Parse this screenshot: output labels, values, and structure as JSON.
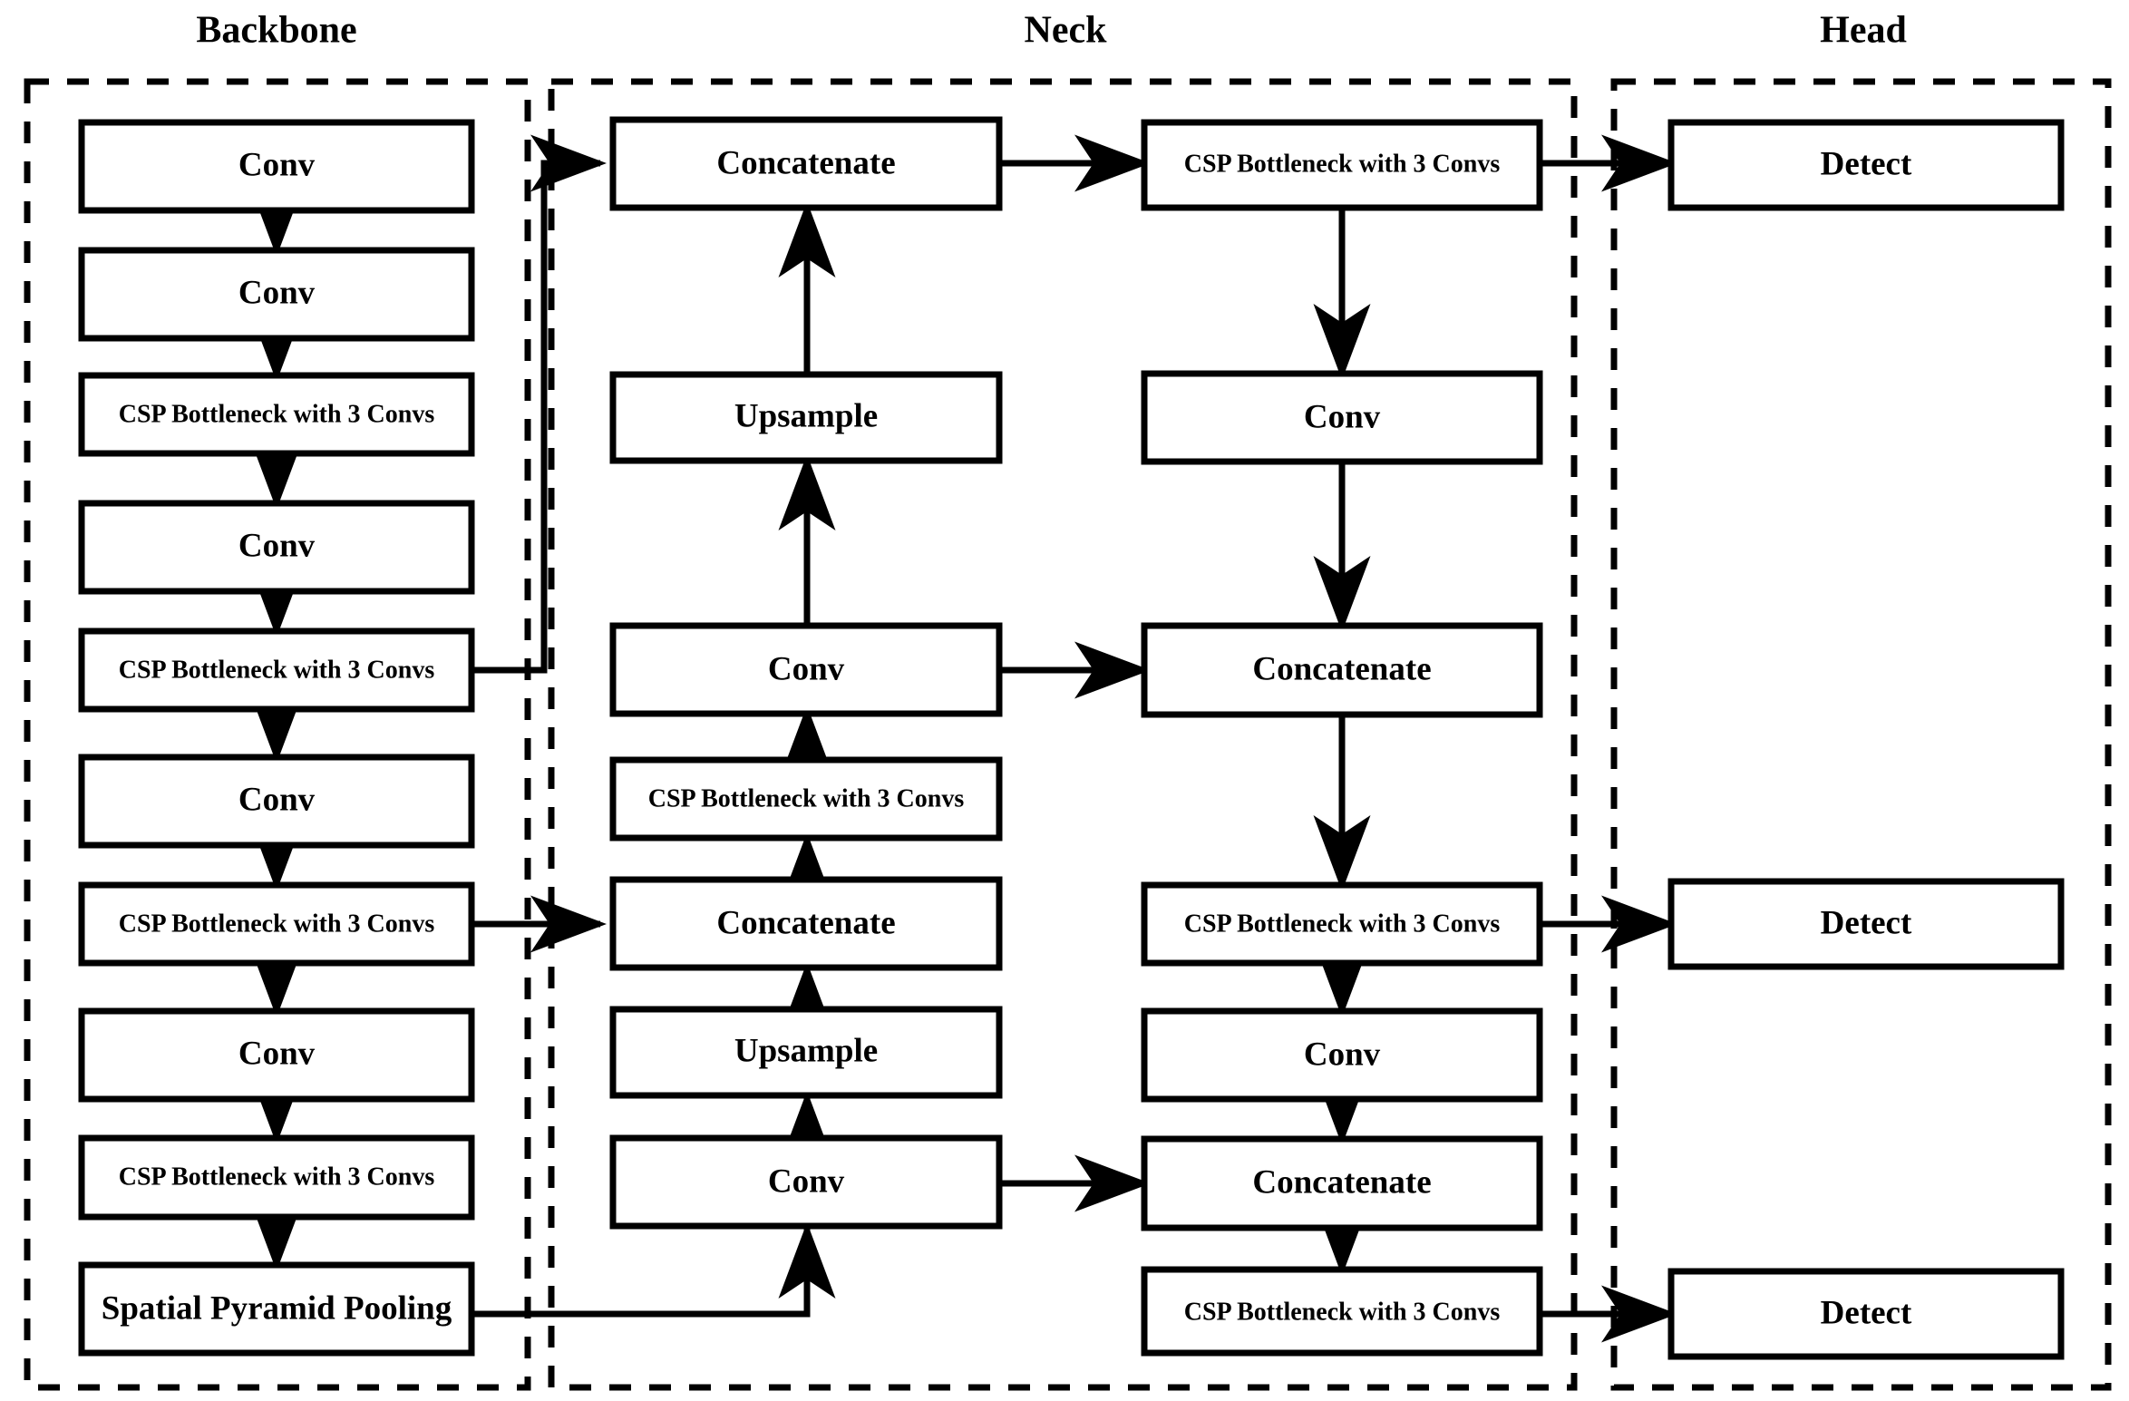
{
  "diagram": {
    "title_font_color": "#000000",
    "line_color": "#000000",
    "box_fill": "#ffffff",
    "sections": [
      {
        "id": "backbone",
        "label": "Backbone"
      },
      {
        "id": "neck",
        "label": "Neck"
      },
      {
        "id": "head",
        "label": "Head"
      }
    ],
    "labels": {
      "conv": "Conv",
      "csp": "CSP Bottleneck with 3 Convs",
      "concatenate": "Concatenate",
      "upsample": "Upsample",
      "spp": "Spatial Pyramid Pooling",
      "detect": "Detect"
    },
    "nodes": {
      "backbone": [
        {
          "id": "b1",
          "label": "Conv"
        },
        {
          "id": "b2",
          "label": "Conv"
        },
        {
          "id": "b3",
          "label": "CSP Bottleneck with 3 Convs"
        },
        {
          "id": "b4",
          "label": "Conv"
        },
        {
          "id": "b5",
          "label": "CSP Bottleneck with 3 Convs"
        },
        {
          "id": "b6",
          "label": "Conv"
        },
        {
          "id": "b7",
          "label": "CSP Bottleneck with 3 Convs"
        },
        {
          "id": "b8",
          "label": "Conv"
        },
        {
          "id": "b9",
          "label": "CSP Bottleneck with 3 Convs"
        },
        {
          "id": "b10",
          "label": "Spatial Pyramid Pooling"
        }
      ],
      "neck_left": [
        {
          "id": "n1",
          "label": "Concatenate"
        },
        {
          "id": "n2",
          "label": "Upsample"
        },
        {
          "id": "n3",
          "label": "Conv"
        },
        {
          "id": "n4",
          "label": "CSP Bottleneck with 3 Convs"
        },
        {
          "id": "n5",
          "label": "Concatenate"
        },
        {
          "id": "n6",
          "label": "Upsample"
        },
        {
          "id": "n7",
          "label": "Conv"
        }
      ],
      "neck_right": [
        {
          "id": "r1",
          "label": "CSP Bottleneck with 3 Convs"
        },
        {
          "id": "r2",
          "label": "Conv"
        },
        {
          "id": "r3",
          "label": "Concatenate"
        },
        {
          "id": "r4",
          "label": "CSP Bottleneck with 3 Convs"
        },
        {
          "id": "r5",
          "label": "Conv"
        },
        {
          "id": "r6",
          "label": "Concatenate"
        },
        {
          "id": "r7",
          "label": "CSP Bottleneck with 3 Convs"
        }
      ],
      "head": [
        {
          "id": "h1",
          "label": "Detect"
        },
        {
          "id": "h2",
          "label": "Detect"
        },
        {
          "id": "h3",
          "label": "Detect"
        }
      ]
    },
    "edges": [
      {
        "from": "b1",
        "to": "b2",
        "kind": "down"
      },
      {
        "from": "b2",
        "to": "b3",
        "kind": "down"
      },
      {
        "from": "b3",
        "to": "b4",
        "kind": "down"
      },
      {
        "from": "b4",
        "to": "b5",
        "kind": "down"
      },
      {
        "from": "b5",
        "to": "b6",
        "kind": "down"
      },
      {
        "from": "b6",
        "to": "b7",
        "kind": "down"
      },
      {
        "from": "b7",
        "to": "b8",
        "kind": "down"
      },
      {
        "from": "b8",
        "to": "b9",
        "kind": "down"
      },
      {
        "from": "b9",
        "to": "b10",
        "kind": "down"
      },
      {
        "from": "b5",
        "to": "n1",
        "kind": "skip-up"
      },
      {
        "from": "b7",
        "to": "n5",
        "kind": "right"
      },
      {
        "from": "b10",
        "to": "n7",
        "kind": "right-up"
      },
      {
        "from": "n7",
        "to": "n6",
        "kind": "up"
      },
      {
        "from": "n6",
        "to": "n5",
        "kind": "up"
      },
      {
        "from": "n5",
        "to": "n4",
        "kind": "up"
      },
      {
        "from": "n4",
        "to": "n3",
        "kind": "up"
      },
      {
        "from": "n3",
        "to": "n2",
        "kind": "up"
      },
      {
        "from": "n2",
        "to": "n1",
        "kind": "up"
      },
      {
        "from": "n3",
        "to": "r3",
        "kind": "right"
      },
      {
        "from": "n7",
        "to": "r6",
        "kind": "right"
      },
      {
        "from": "n1",
        "to": "r1",
        "kind": "right"
      },
      {
        "from": "r1",
        "to": "r2",
        "kind": "down"
      },
      {
        "from": "r2",
        "to": "r3",
        "kind": "down"
      },
      {
        "from": "r3",
        "to": "r4",
        "kind": "down"
      },
      {
        "from": "r4",
        "to": "r5",
        "kind": "down"
      },
      {
        "from": "r5",
        "to": "r6",
        "kind": "down"
      },
      {
        "from": "r6",
        "to": "r7",
        "kind": "down"
      },
      {
        "from": "r1",
        "to": "h1",
        "kind": "right"
      },
      {
        "from": "r4",
        "to": "h2",
        "kind": "right"
      },
      {
        "from": "r7",
        "to": "h3",
        "kind": "right"
      }
    ]
  }
}
